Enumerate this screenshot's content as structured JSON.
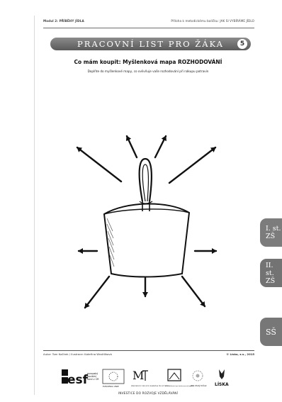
{
  "header": {
    "module": "Modul 2: PŘÍBĚHY JÍDLA",
    "appendix": "Příloha k metodickému balíčku: JAK SI VYBÍRÁME JÍDLO"
  },
  "banner": {
    "title": "PRACOVNÍ LIST PRO ŽÁKA",
    "number": "5"
  },
  "title": "Co mám koupit: Myšlenková mapa ROZHODOVÁNÍ",
  "subtitle": "Doplňte do myšlenkové mapy, co ovlivňuje vaše rozhodování při nákupu potravin",
  "tabs": [
    {
      "line1": "I. st.",
      "line2": "ZŠ"
    },
    {
      "line1": "II. st.",
      "line2": "ZŠ"
    },
    {
      "line1": "SŠ",
      "line2": ""
    }
  ],
  "footer": {
    "authors": "Autor: Tom Kačírek / Ilustrace: Kateřina Wrožilíková",
    "copyright": "© Líska, z.s., 2015"
  },
  "logos": {
    "esf_big": "esf",
    "esf_text1": "evropský",
    "esf_text2": "sociální",
    "esf_text3": "fond v ČR",
    "eu_text": "EVROPSKÁ UNIE",
    "msmt_text": "MINISTERSTVO ŠKOLSTVÍ, MLÁDEŽE A TĚLOVÝCHOVY",
    "op_text": "OP Vzdělávání pro konkurenceschopnost",
    "mzp_text": "ZYC Zlatý Klíček",
    "liska_text": "LÍSKA",
    "caption": "INVESTICE DO ROZVOJE VZDĚLÁVÁNÍ"
  }
}
